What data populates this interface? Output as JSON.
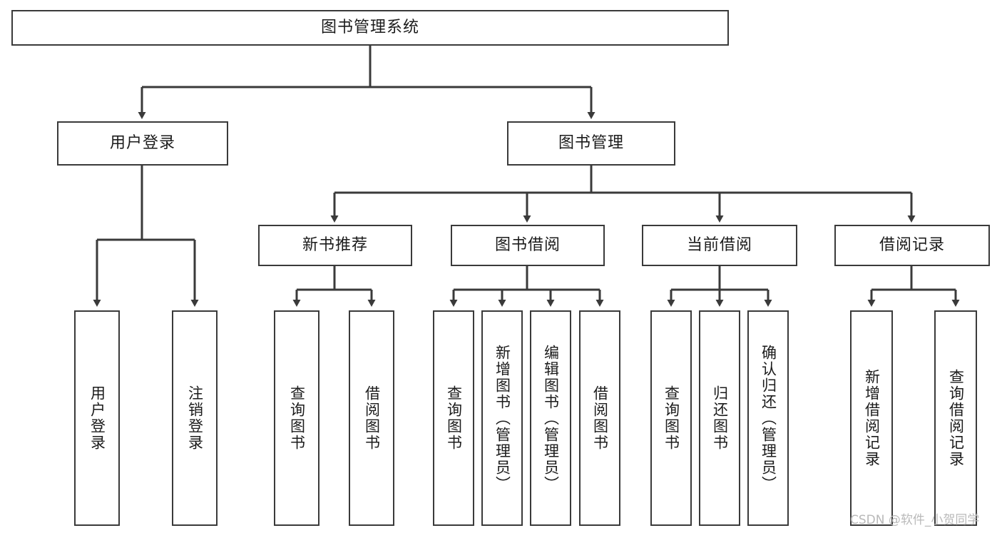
{
  "diagram": {
    "title": "图书管理系统",
    "type": "functional-structure-tree",
    "line_color": "#3a3a3a",
    "box_fill": "#ffffff",
    "text_color": "#1b1b1b",
    "watermark": {
      "text": "CSDN @软件_小贺同学",
      "color": "#b9b9b9"
    },
    "nodes": {
      "root": {
        "label": "图书管理系统"
      },
      "level2": [
        {
          "label": "用户登录"
        },
        {
          "label": "图书管理"
        }
      ],
      "level3": [
        {
          "label": "新书推荐"
        },
        {
          "label": "图书借阅"
        },
        {
          "label": "当前借阅"
        },
        {
          "label": "借阅记录"
        }
      ],
      "leaves": {
        "user_login": [
          {
            "label": "用户登录"
          },
          {
            "label": "注销登录"
          }
        ],
        "new_book_recommend": [
          {
            "label": "查询图书"
          },
          {
            "label": "借阅图书"
          }
        ],
        "book_borrow": [
          {
            "label": "查询图书"
          },
          {
            "label": "新增图书（管理员）"
          },
          {
            "label": "编辑图书（管理员）"
          },
          {
            "label": "借阅图书"
          }
        ],
        "current_borrow": [
          {
            "label": "查询图书"
          },
          {
            "label": "归还图书"
          },
          {
            "label": "确认归还（管理员）"
          }
        ],
        "borrow_record": [
          {
            "label": "新增借阅记录"
          },
          {
            "label": "查询借阅记录"
          }
        ]
      }
    }
  }
}
